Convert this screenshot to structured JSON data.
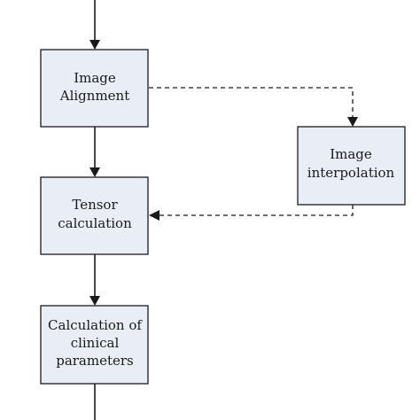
{
  "diagram": {
    "nodes": {
      "image_alignment": {
        "lines": [
          "Image",
          "Alignment"
        ]
      },
      "image_interpolation": {
        "lines": [
          "Image",
          "interpolation"
        ]
      },
      "tensor_calculation": {
        "lines": [
          "Tensor",
          "calculation"
        ]
      },
      "clinical_parameters": {
        "lines": [
          "Calculation of",
          "clinical",
          "parameters"
        ]
      }
    }
  }
}
